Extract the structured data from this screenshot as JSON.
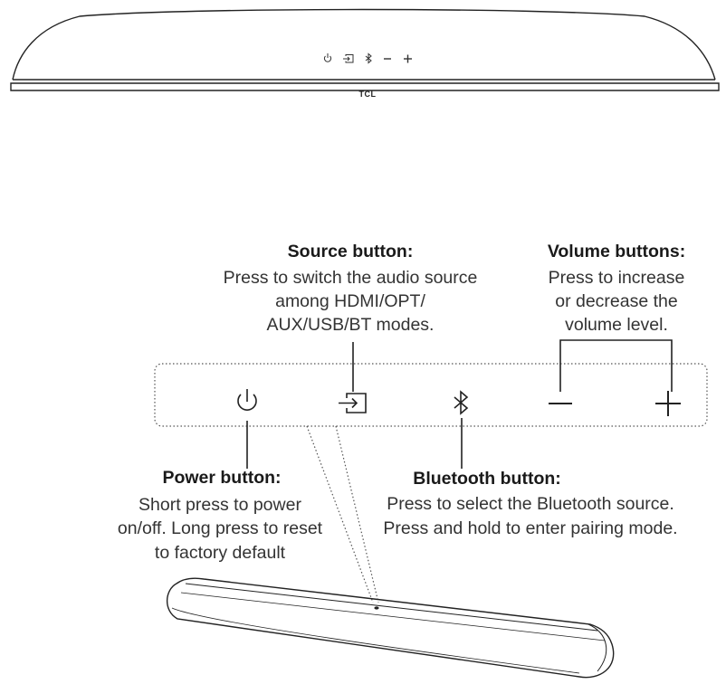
{
  "brand": "TCL",
  "callouts": {
    "source": {
      "title": "Source button:",
      "lines": [
        "Press to switch the audio source",
        "among HDMI/OPT/",
        "AUX/USB/BT modes."
      ]
    },
    "volume": {
      "title": "Volume buttons:",
      "lines": [
        "Press to increase",
        "or decrease the",
        "volume level."
      ]
    },
    "power": {
      "title": "Power button:",
      "lines": [
        "Short press to power",
        "on/off. Long press to reset",
        "to factory default"
      ]
    },
    "bluetooth": {
      "title": "Bluetooth button:",
      "lines": [
        "Press to select the Bluetooth source.",
        "Press and hold to enter pairing mode."
      ]
    }
  },
  "icons": [
    "power-icon",
    "source-icon",
    "bluetooth-icon",
    "volume-down-icon",
    "volume-up-icon"
  ]
}
